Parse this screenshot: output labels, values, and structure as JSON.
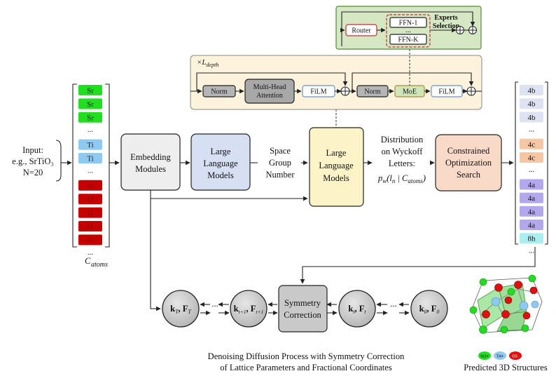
{
  "input": {
    "line1": "Input:",
    "line2": "e.g., SrTiO₃",
    "line3": "N=20"
  },
  "atoms": {
    "items": [
      {
        "label": "Sr",
        "color": "#22dd22",
        "text_color": "#222"
      },
      {
        "label": "Sr",
        "color": "#22dd22",
        "text_color": "#222"
      },
      {
        "label": "Sr",
        "color": "#22dd22",
        "text_color": "#222"
      },
      {
        "label": "...",
        "color": "",
        "text_color": "#222"
      },
      {
        "label": "Ti",
        "color": "#8ec9f2",
        "text_color": "#222"
      },
      {
        "label": "Ti",
        "color": "#8ec9f2",
        "text_color": "#222"
      },
      {
        "label": "...",
        "color": "",
        "text_color": "#222"
      },
      {
        "label": "O",
        "color": "#c40000",
        "text_color": "#7a0000"
      },
      {
        "label": "O",
        "color": "#c40000",
        "text_color": "#7a0000"
      },
      {
        "label": "O",
        "color": "#c40000",
        "text_color": "#7a0000"
      },
      {
        "label": "O",
        "color": "#c40000",
        "text_color": "#7a0000"
      },
      {
        "label": "O",
        "color": "#c40000",
        "text_color": "#7a0000"
      },
      {
        "label": "...",
        "color": "",
        "text_color": "#222"
      }
    ],
    "caption_main": "C",
    "caption_sub": "atoms"
  },
  "embedding": {
    "line1": "Embedding",
    "line2": "Modules"
  },
  "llm1": {
    "line1": "Large",
    "line2": "Language",
    "line3": "Models"
  },
  "space_group": {
    "line1": "Space",
    "line2": "Group",
    "line3": "Number"
  },
  "llm2": {
    "line1": "Large",
    "line2": "Language",
    "line3": "Models"
  },
  "distribution": {
    "line1": "Distribution",
    "line2": "on Wyckoff",
    "line3": "Letters:",
    "formula_p": "p",
    "formula_w": "w",
    "formula_body": "(l",
    "formula_n": "n",
    "formula_bar": " | C",
    "formula_atoms": "atoms",
    "formula_close": ")"
  },
  "constrained": {
    "line1": "Constrained",
    "line2": "Optimization",
    "line3": "Search"
  },
  "wyckoff": {
    "items": [
      {
        "label": "4b",
        "color": "#dde3f2"
      },
      {
        "label": "4b",
        "color": "#dde3f2"
      },
      {
        "label": "4b",
        "color": "#dde3f2"
      },
      {
        "label": "...",
        "color": ""
      },
      {
        "label": "4c",
        "color": "#f7c6a3"
      },
      {
        "label": "4c",
        "color": "#f7c6a3"
      },
      {
        "label": "...",
        "color": ""
      },
      {
        "label": "4a",
        "color": "#b3a8ee"
      },
      {
        "label": "4a",
        "color": "#b3a8ee"
      },
      {
        "label": "4a",
        "color": "#b3a8ee"
      },
      {
        "label": "4a",
        "color": "#b3a8ee"
      },
      {
        "label": "8h",
        "color": "#a9eef0"
      },
      {
        "label": "...",
        "color": ""
      }
    ]
  },
  "transformer": {
    "depth_prefix": "×L",
    "depth_sub": "depth",
    "norm1": "Norm",
    "mha_line1": "Multi-Head",
    "mha_line2": "Attention",
    "film1": "FiLM",
    "norm2": "Norm",
    "moe": "MoE",
    "film2": "FiLM"
  },
  "moe_detail": {
    "router": "Router",
    "ffn1": "FFN-1",
    "dots": "...",
    "ffnk": "FFN-K",
    "experts_line1": "Experts",
    "experts_line2": "Selection"
  },
  "diffusion": {
    "nodes": [
      {
        "k": "k",
        "ksub": "T",
        "F": "F",
        "Fsub": "T"
      },
      {
        "k": "k",
        "ksub": "t+1",
        "F": "F",
        "Fsub": "t+1"
      },
      {
        "k": "k",
        "ksub": "t",
        "F": "F",
        "Fsub": "t"
      },
      {
        "k": "k",
        "ksub": "0",
        "F": "F",
        "Fsub": "0"
      }
    ],
    "dots": "...",
    "symmetry_line1": "Symmetry",
    "symmetry_line2": "Correction",
    "caption_line1": "Denoising Diffusion Process with Symmetry Correction",
    "caption_line2": "of Lattice Parameters and Fractional Coordinates"
  },
  "structure": {
    "legend": [
      "Sr2+",
      "Ti4+",
      "O2-"
    ],
    "legend_colors": [
      "#22dd22",
      "#8ec9f2",
      "#e01010"
    ],
    "caption": "Predicted 3D Structures"
  }
}
